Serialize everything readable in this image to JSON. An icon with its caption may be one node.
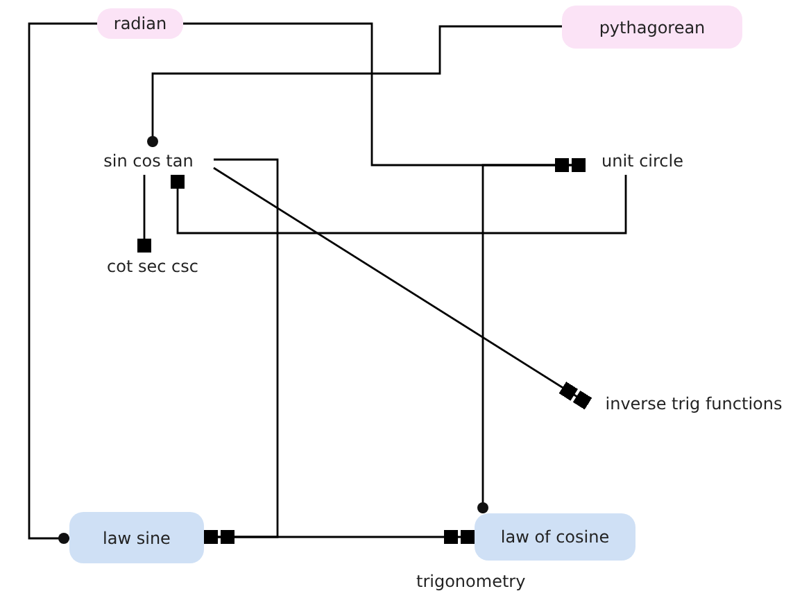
{
  "diagram": {
    "nodes": [
      {
        "text": [
          "radian"
        ]
      },
      {
        "text": [
          "pythagorean"
        ]
      },
      {
        "text": [
          "sin cos tan"
        ]
      },
      {
        "text": [
          "unit circle"
        ]
      },
      {
        "text": [
          "cot sec csc"
        ]
      },
      {
        "text": [
          "inverse trig functions"
        ]
      },
      {
        "text": [
          "law sine"
        ]
      },
      {
        "text": [
          "law of cosine"
        ]
      }
    ],
    "edges": [
      {
        "from": 0,
        "to": 6,
        "arrow": "other"
      },
      {
        "from": 0,
        "to": 3,
        "arrow": "other"
      },
      {
        "from": 1,
        "to": 2,
        "arrow": "other"
      },
      {
        "from": 2,
        "to": 4,
        "arrow": "other"
      },
      {
        "from": 2,
        "to": 3,
        "arrow": "other"
      },
      {
        "from": 2,
        "to": 6,
        "arrow": "other"
      },
      {
        "from": 6,
        "to": 7,
        "arrow": "other"
      },
      {
        "from": 2,
        "to": 5,
        "arrow": "other"
      },
      {
        "from": 3,
        "to": 7,
        "arrow": "other"
      }
    ],
    "labels": [
      "trigonometry"
    ]
  }
}
